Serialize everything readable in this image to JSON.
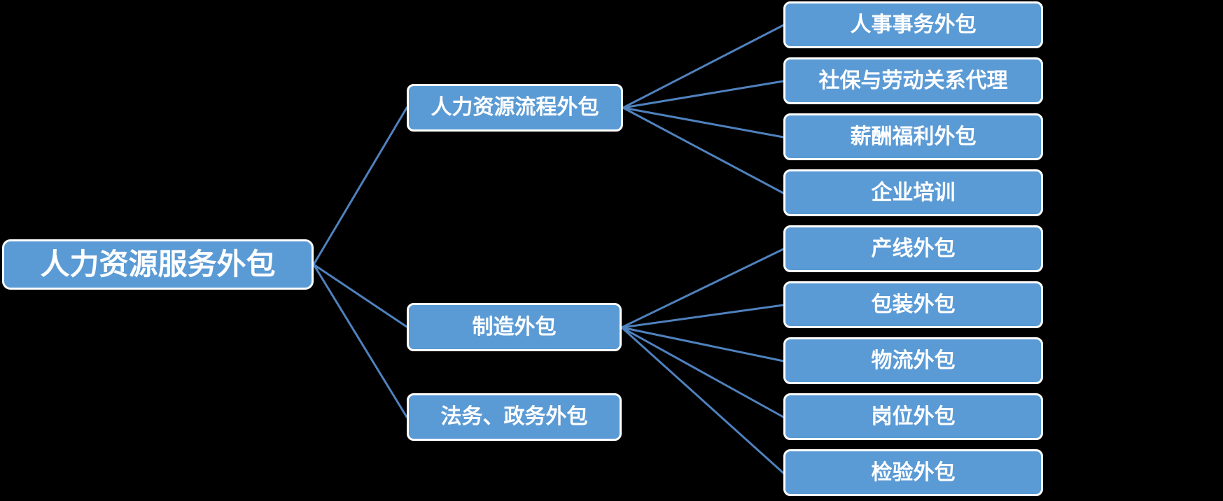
{
  "diagram": {
    "root": {
      "label": "人力资源服务外包"
    },
    "branches": [
      {
        "label": "人力资源流程外包",
        "children": [
          "人事事务外包",
          "社保与劳动关系代理",
          "薪酬福利外包",
          "企业培训"
        ]
      },
      {
        "label": "制造外包",
        "children": [
          "产线外包",
          "包装外包",
          "物流外包",
          "岗位外包",
          "检验外包"
        ]
      },
      {
        "label": "法务、政务外包",
        "children": []
      }
    ],
    "colors": {
      "background": "#000000",
      "node_fill": "#5b9bd5",
      "node_border": "#ffffff",
      "node_text": "#ffffff",
      "connector": "#4f81bd"
    }
  }
}
